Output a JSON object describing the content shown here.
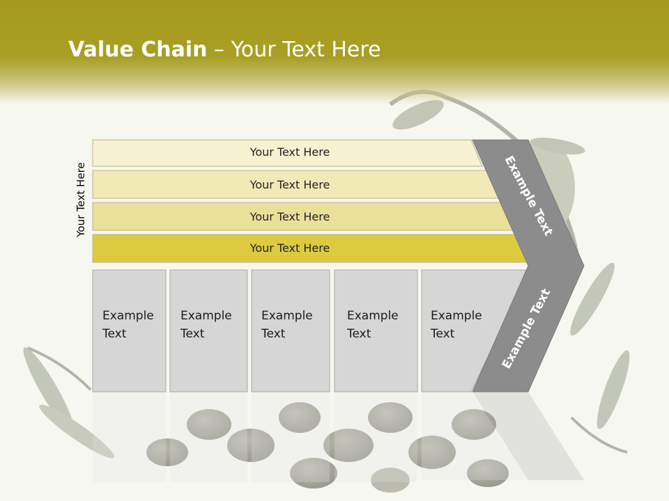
{
  "slide": {
    "title_bold": "Value Chain",
    "title_rest": " – Your Text Here",
    "side_label": "Your Text Here"
  },
  "bands": [
    {
      "label": "Your Text Here",
      "color": "#f6f2d2"
    },
    {
      "label": "Your Text Here",
      "color": "#f1eab6"
    },
    {
      "label": "Your Text Here",
      "color": "#e9e09a"
    },
    {
      "label": "Your Text Here",
      "color": "#dccb3f"
    }
  ],
  "boxes": [
    {
      "line1": "Example",
      "line2": "Text"
    },
    {
      "line1": "Example",
      "line2": "Text"
    },
    {
      "line1": "Example",
      "line2": "Text"
    },
    {
      "line1": "Example",
      "line2": "Text"
    },
    {
      "line1": "Example",
      "line2": "Text"
    }
  ],
  "chevron": {
    "upper_label": "Example Text",
    "lower_label": "Example Text",
    "color": "#8c8c8c"
  },
  "colors": {
    "header": "#a59a1c",
    "box_fill": "#d6d6d6",
    "title_text": "#ffffff"
  }
}
